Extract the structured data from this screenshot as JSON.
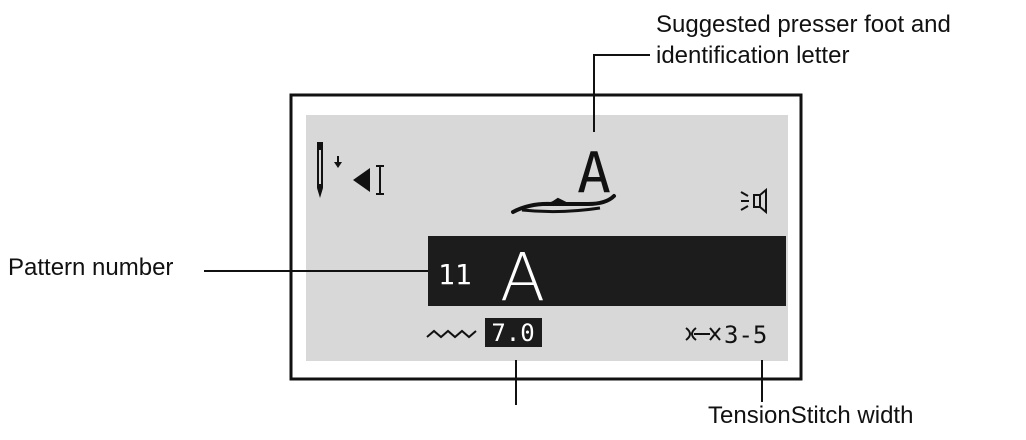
{
  "callouts": {
    "presser_foot_line1": "Suggested presser foot and",
    "presser_foot_line2": "identification letter",
    "pattern_number": "Pattern number",
    "bottom_right": "TensionStitch width"
  },
  "display": {
    "presser_foot_letter": "A",
    "pattern_number_value": "11",
    "pattern_letter": "A",
    "stitch_length": "7.0",
    "tension": "3-5"
  },
  "icons": {
    "needle": "needle-down-icon",
    "needle_position": "needle-position-left-icon",
    "presser_foot": "presser-foot-icon",
    "speaker": "speaker-icon",
    "stitch_length": "zigzag-stitch-icon",
    "tension": "tension-icon"
  },
  "colors": {
    "screen_background": "#d8d8d8",
    "frame": "#111111",
    "highlight_band": "#1c1c1c",
    "highlight_text": "#ffffff"
  }
}
